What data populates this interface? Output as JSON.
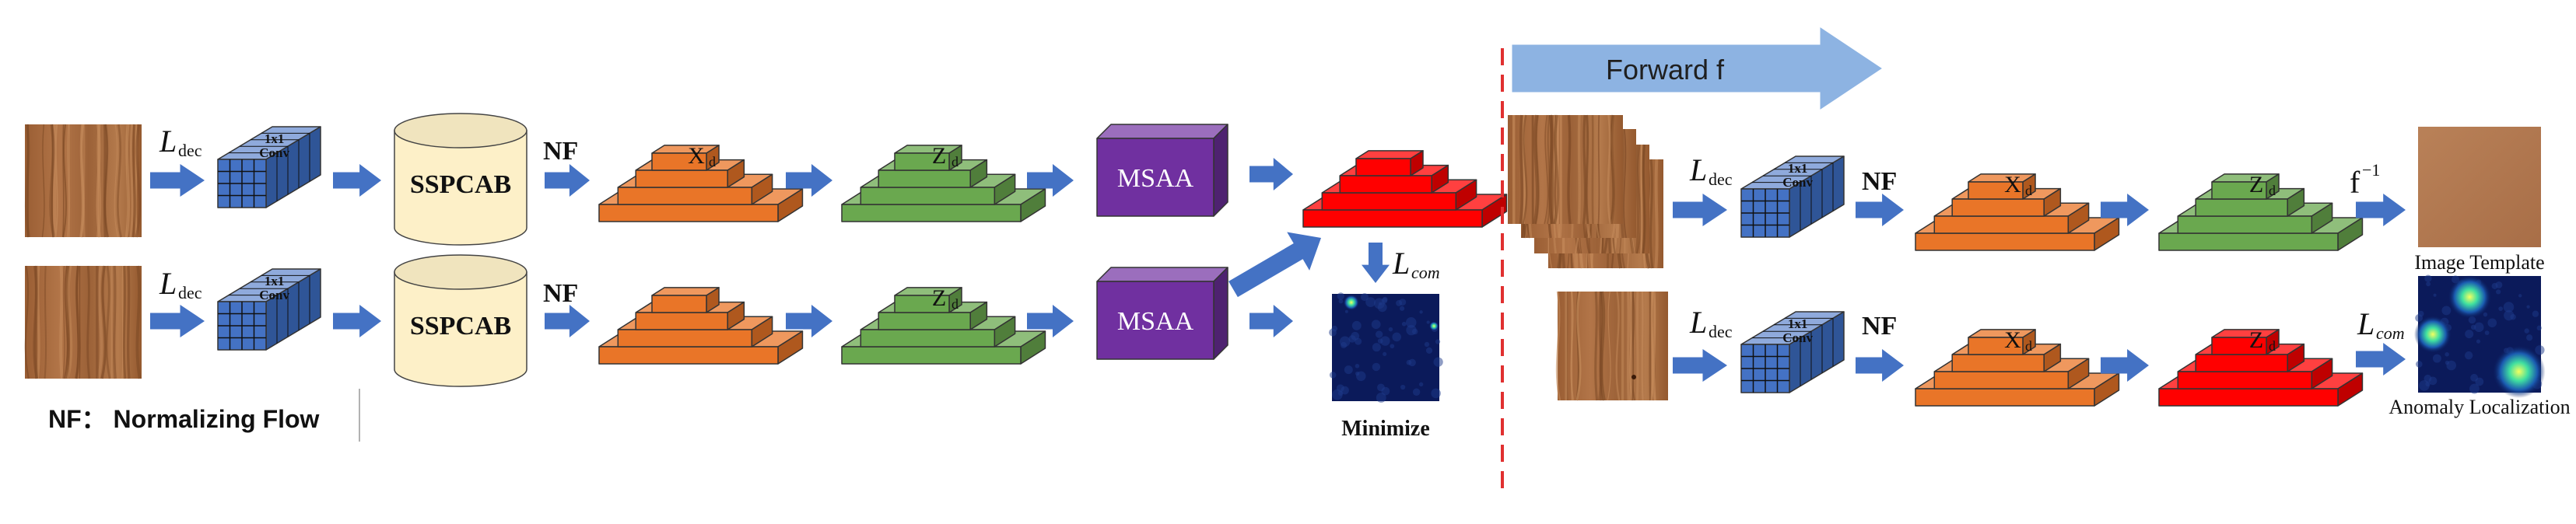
{
  "labels": {
    "ldec": "L",
    "ldec_sub": "dec",
    "lcom": "L",
    "lcom_sub": "com",
    "nf": "NF",
    "conv_line1": "1x1",
    "conv_line2": "Conv",
    "sspcab": "SSPCAB",
    "msaa": "MSAA",
    "xd": "X",
    "zd": "Z",
    "d_sub": "d",
    "minimize": "Minimize",
    "legend": "NF： Normalizing Flow",
    "forward": "Forward f",
    "finv_base": "f",
    "finv_sup": "−1",
    "image_template": "Image Template",
    "anomaly_localization": "Anomaly Localization"
  },
  "colors": {
    "arrow": "#4472c4",
    "conv_front": "#4472c4",
    "conv_top": "#8faadc",
    "conv_side": "#2f5597",
    "sspcab_fill": "#fdf0c8",
    "pyramid_orange": "#e97528",
    "pyramid_green": "#6aa84f",
    "pyramid_red": "#ff0000",
    "msaa": "#7030a0",
    "forward_arrow": "#8db3e2",
    "divider": "#e03030",
    "wood": "#a86c40",
    "heatmap": "#0b1a5a"
  }
}
